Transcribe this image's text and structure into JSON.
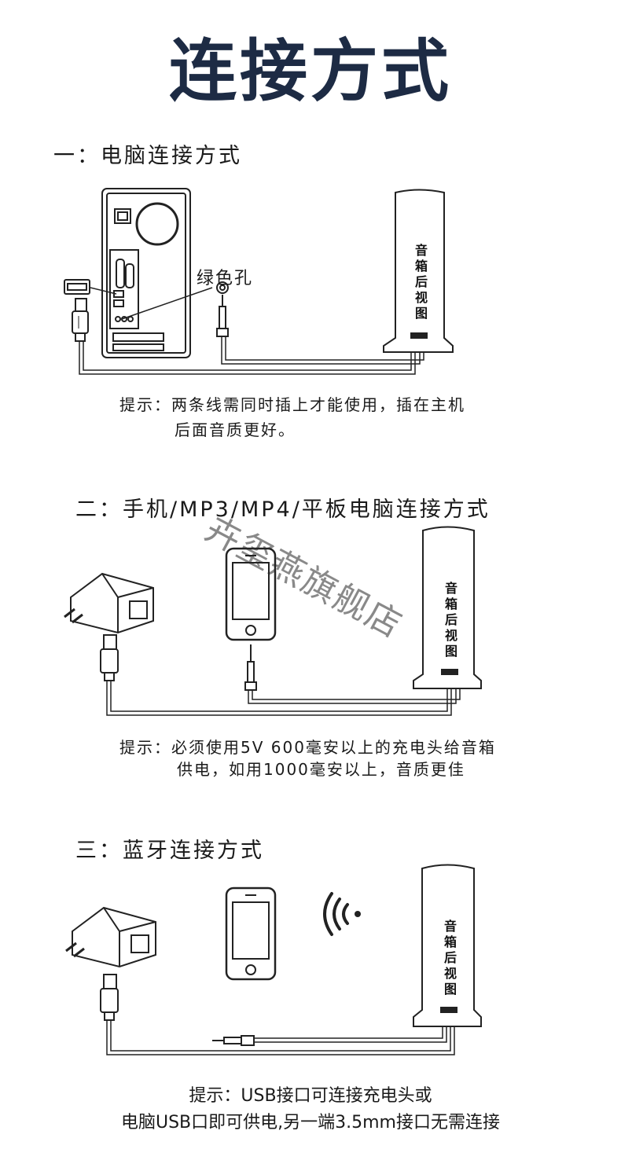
{
  "title": "连接方式",
  "sections": [
    {
      "heading": "一：电脑连接方式",
      "port_label": "绿色孔",
      "speaker_label": "音箱后视图",
      "tip_line1": "提示：两条线需同时插上才能使用，插在主机",
      "tip_line2": "后面音质更好。"
    },
    {
      "heading": "二：手机/MP3/MP4/平板电脑连接方式",
      "speaker_label": "音箱后视图",
      "tip_line1": "提示：必须使用5V 600毫安以上的充电头给音箱",
      "tip_line2": "供电，如用1000毫安以上，音质更佳"
    },
    {
      "heading": "三：蓝牙连接方式",
      "speaker_label": "音箱后视图",
      "tip_line1": "提示：USB接口可连接充电头或",
      "tip_line2": "电脑USB口即可供电,另一端3.5mm接口无需连接"
    }
  ],
  "watermark": "卉玺燕旗舰店",
  "icons": [
    "pc-case-icon",
    "usb-plug-icon",
    "audio-jack-icon",
    "speaker-icon",
    "charger-icon",
    "phone-icon",
    "bluetooth-signal-icon"
  ]
}
